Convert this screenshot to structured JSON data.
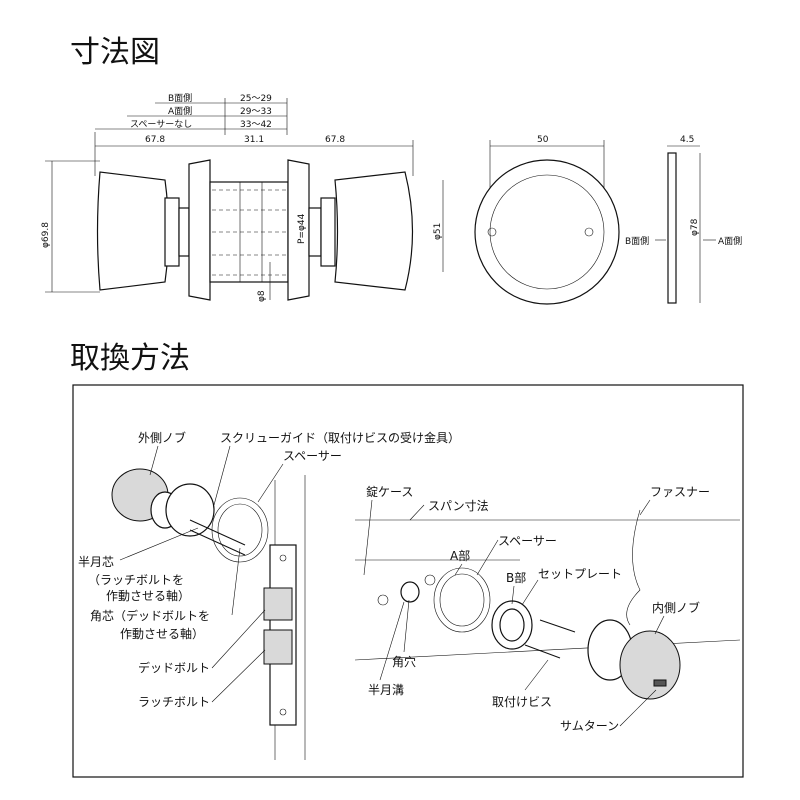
{
  "headings": {
    "dimensions": "寸法図",
    "replacement": "取換方法"
  },
  "dimensions": {
    "b_side_label": "B面側",
    "b_side_value": "25～29",
    "a_side_label": "A面側",
    "a_side_value": "29～33",
    "no_spacer_label": "スペーサーなし",
    "no_spacer_value": "33～42",
    "left_knob": "67.8",
    "center": "31.1",
    "right_knob": "67.8",
    "knob_dia": "φ69.8",
    "pcd": "P=φ44",
    "spindle_dia": "φ8",
    "plate_dia": "φ51",
    "plate_width": "50",
    "rose_thickness": "4.5",
    "rose_dia": "φ78",
    "b_face": "B面側",
    "a_face": "A面側"
  },
  "callouts": {
    "outer_knob": "外側ノブ",
    "screw_guide": "スクリューガイド（取付けビスの受け金具）",
    "spacer_left": "スペーサー",
    "half_moon_core": "半月芯",
    "half_moon_core_desc1": "（ラッチボルトを",
    "half_moon_core_desc2": "作動させる軸）",
    "square_core": "角芯（デッドボルトを",
    "square_core_desc": "作動させる軸）",
    "deadbolt": "デッドボルト",
    "latchbolt": "ラッチボルト",
    "lock_case": "錠ケース",
    "span": "スパン寸法",
    "spacer_right": "スペーサー",
    "part_a": "A部",
    "part_b": "B部",
    "set_plate": "セットプレート",
    "fastener": "ファスナー",
    "inner_knob": "内側ノブ",
    "square_hole": "角穴",
    "half_moon_groove": "半月溝",
    "mounting_screw": "取付けビス",
    "thumbturn": "サムターン"
  }
}
